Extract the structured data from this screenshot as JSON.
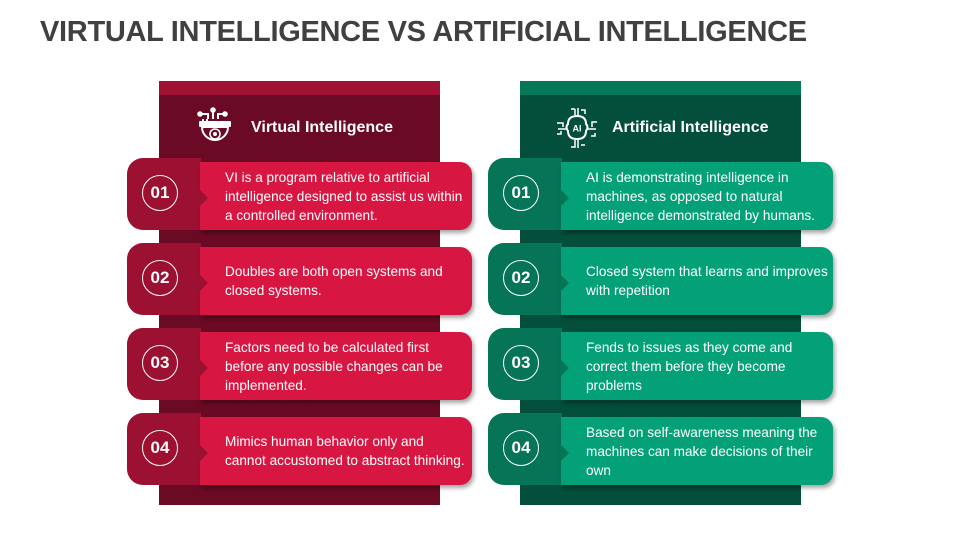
{
  "title": "VIRTUAL INTELLIGENCE VS ARTIFICIAL INTELLIGENCE",
  "colors": {
    "title": "#404040",
    "vi_strip": "#a01234",
    "vi_panel": "#6a0a24",
    "vi_number_box": "#9c1131",
    "vi_text_box": "#d81642",
    "ai_strip": "#06785a",
    "ai_panel": "#034f3b",
    "ai_number_box": "#067456",
    "ai_text_box": "#04a077"
  },
  "columns": [
    {
      "heading": "Virtual Intelligence",
      "icon": "security-camera-circuit-icon",
      "items": [
        {
          "number": "01",
          "text": "VI is a program relative to artificial intelligence designed to assist us within a controlled environment."
        },
        {
          "number": "02",
          "text": "Doubles are both open systems and closed systems."
        },
        {
          "number": "03",
          "text": "Factors need to be calculated first before any possible changes can be implemented."
        },
        {
          "number": "04",
          "text": "Mimics human behavior only and cannot accustomed to abstract thinking."
        }
      ]
    },
    {
      "heading": "Artificial Intelligence",
      "icon": "ai-brain-circuit-icon",
      "icon_label": "AI",
      "items": [
        {
          "number": "01",
          "text": "AI is demonstrating intelligence in machines, as opposed to natural intelligence demonstrated by humans."
        },
        {
          "number": "02",
          "text": "Closed system that learns and improves with repetition"
        },
        {
          "number": "03",
          "text": "Fends to issues as they come and correct them before they become problems"
        },
        {
          "number": "04",
          "text": "Based on self-awareness meaning the machines can make decisions of their own"
        }
      ]
    }
  ]
}
